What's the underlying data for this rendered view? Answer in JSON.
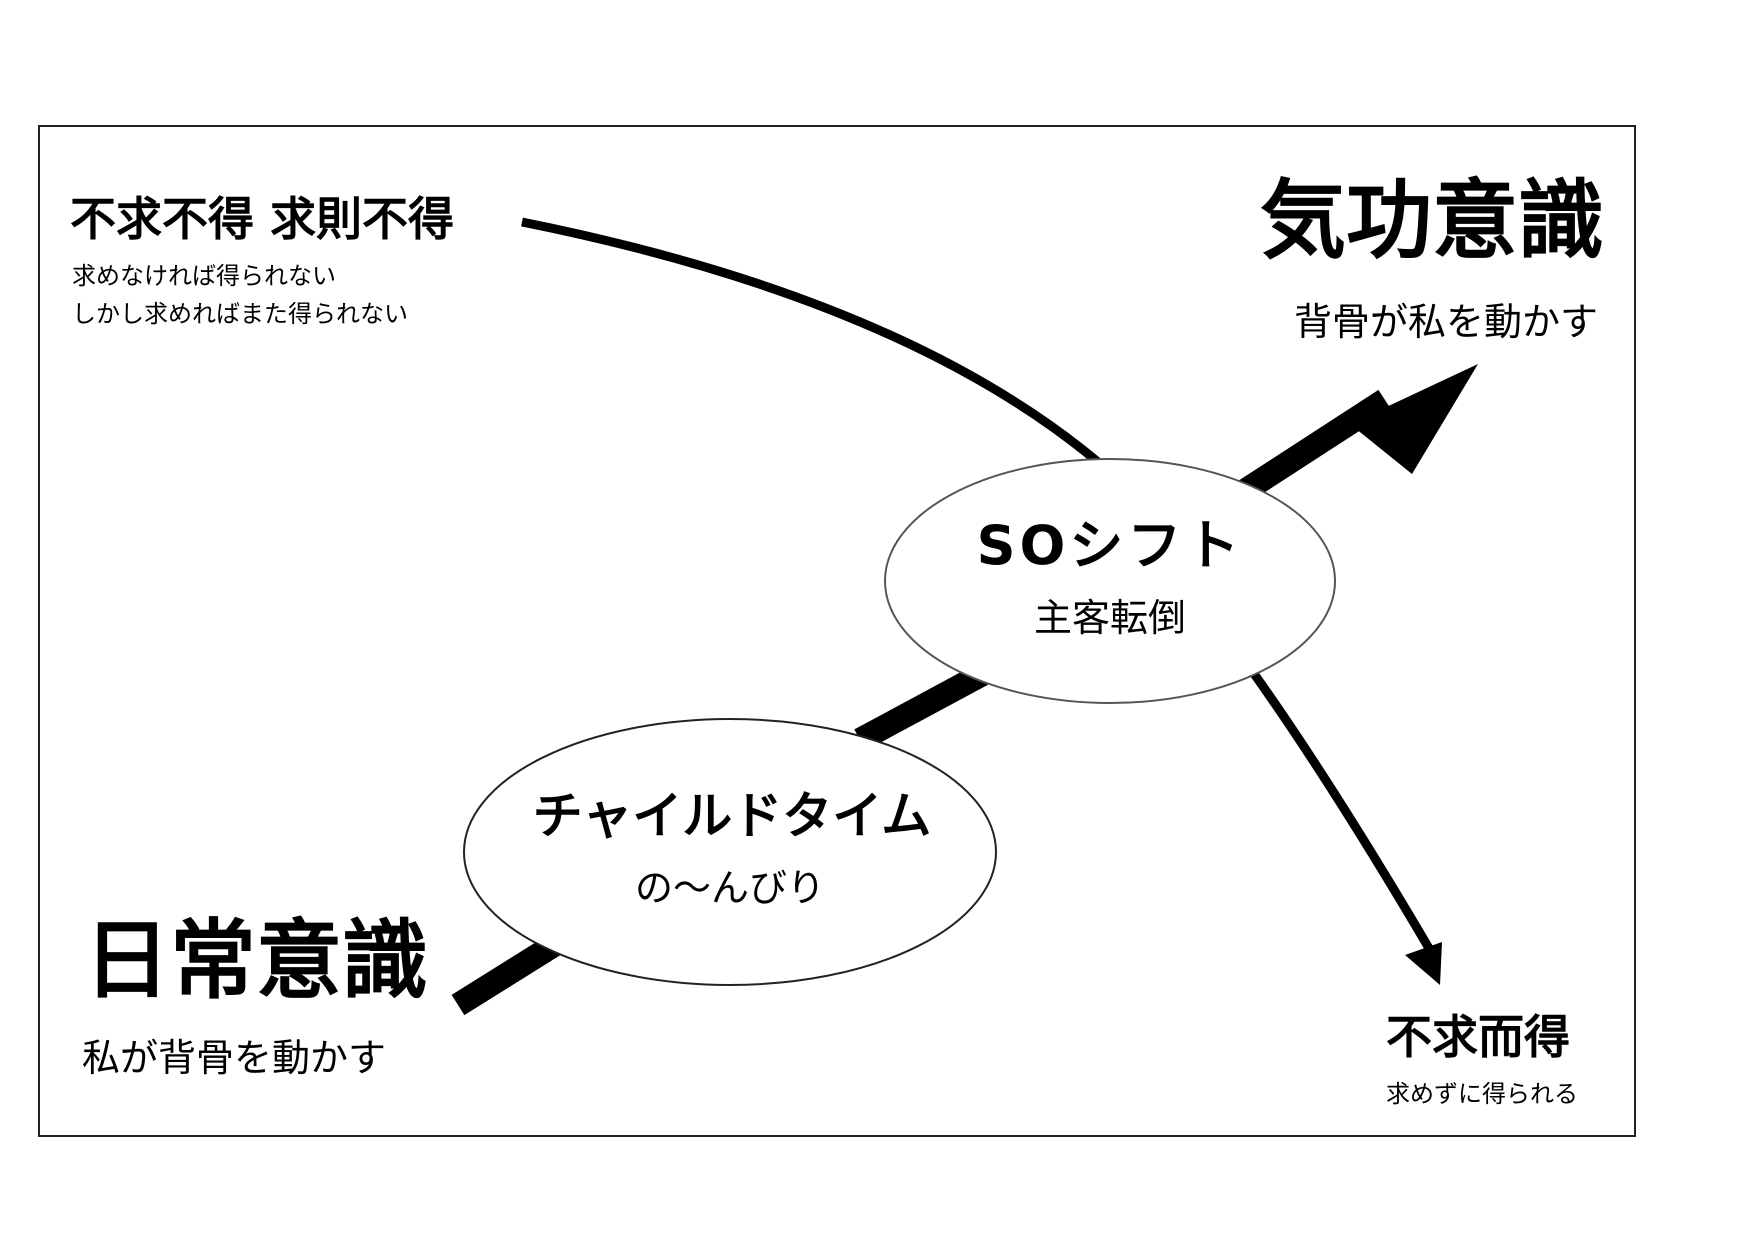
{
  "colors": {
    "ink": "#000000",
    "frame": "#222222",
    "ellipse_stroke": "#555555",
    "background": "#ffffff"
  },
  "top_left": {
    "title": "不求不得 求則不得",
    "line1": "求めなければ得られない",
    "line2": "しかし求めればまた得られない"
  },
  "top_right": {
    "title": "気功意識",
    "subtitle": "背骨が私を動かす"
  },
  "bottom_left": {
    "title": "日常意識",
    "subtitle": "私が背骨を動かす"
  },
  "bottom_right": {
    "title": "不求而得",
    "subtitle": "求めずに得られる"
  },
  "so_shift": {
    "title": "SOシフト",
    "subtitle": "主客転倒"
  },
  "child_time": {
    "title": "チャイルドタイム",
    "subtitle": "の〜んびり"
  }
}
